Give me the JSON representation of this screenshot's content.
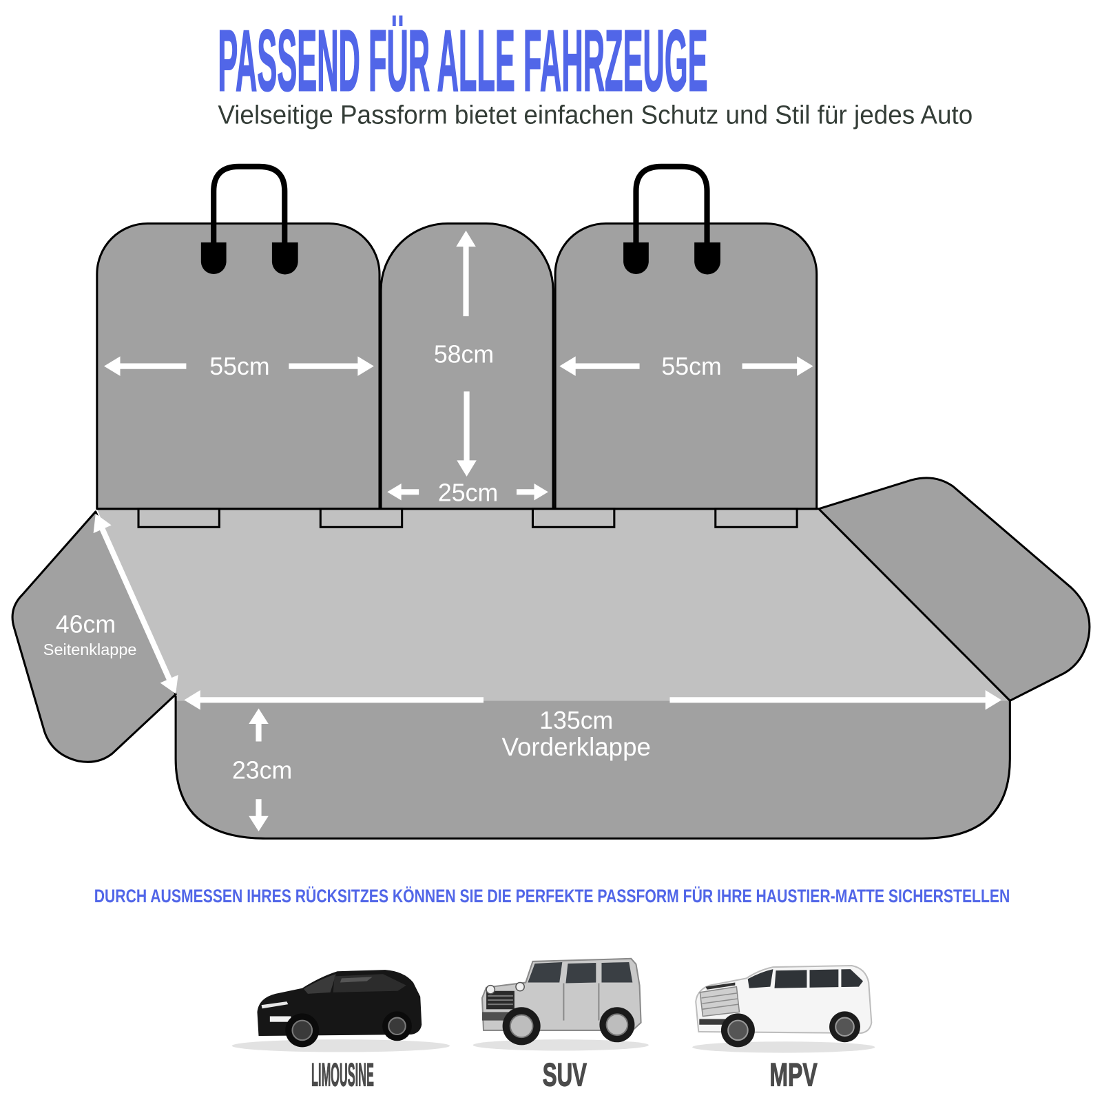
{
  "header": {
    "title": "PASSEND FÜR ALLE FAHRZEUGE",
    "subtitle": "Vielseitige Passform bietet einfachen Schutz und Stil für jedes Auto"
  },
  "diagram": {
    "left_backrest": {
      "width": "55cm"
    },
    "middle_backrest": {
      "height": "58cm",
      "width": "25cm"
    },
    "right_backrest": {
      "width": "55cm"
    },
    "side_flap": {
      "size": "46cm",
      "label": "Seitenklappe"
    },
    "front_flap": {
      "width": "135cm",
      "label": "Vorderklappe",
      "height": "23cm"
    }
  },
  "caption": "DURCH AUSMESSEN IHRES RÜCKSITZES KÖNNEN SIE DIE PERFEKTE PASSFORM FÜR IHRE HAUSTIER-MATTE SICHERSTELLEN",
  "vehicles": [
    {
      "label": "LIMOUSINE",
      "icon": "black-hatchback-car-icon"
    },
    {
      "label": "SUV",
      "icon": "silver-offroad-suv-icon"
    },
    {
      "label": "MPV",
      "icon": "white-minivan-icon"
    }
  ],
  "colors": {
    "title_blue": "#5166e8",
    "subtitle_text": "#343d37",
    "cover_gray": "#a1a1a1",
    "seat_gray": "#c1c1c1",
    "outline": "#000000",
    "measure_white": "#ffffff",
    "vehicle_label": "#4b4b4b"
  }
}
